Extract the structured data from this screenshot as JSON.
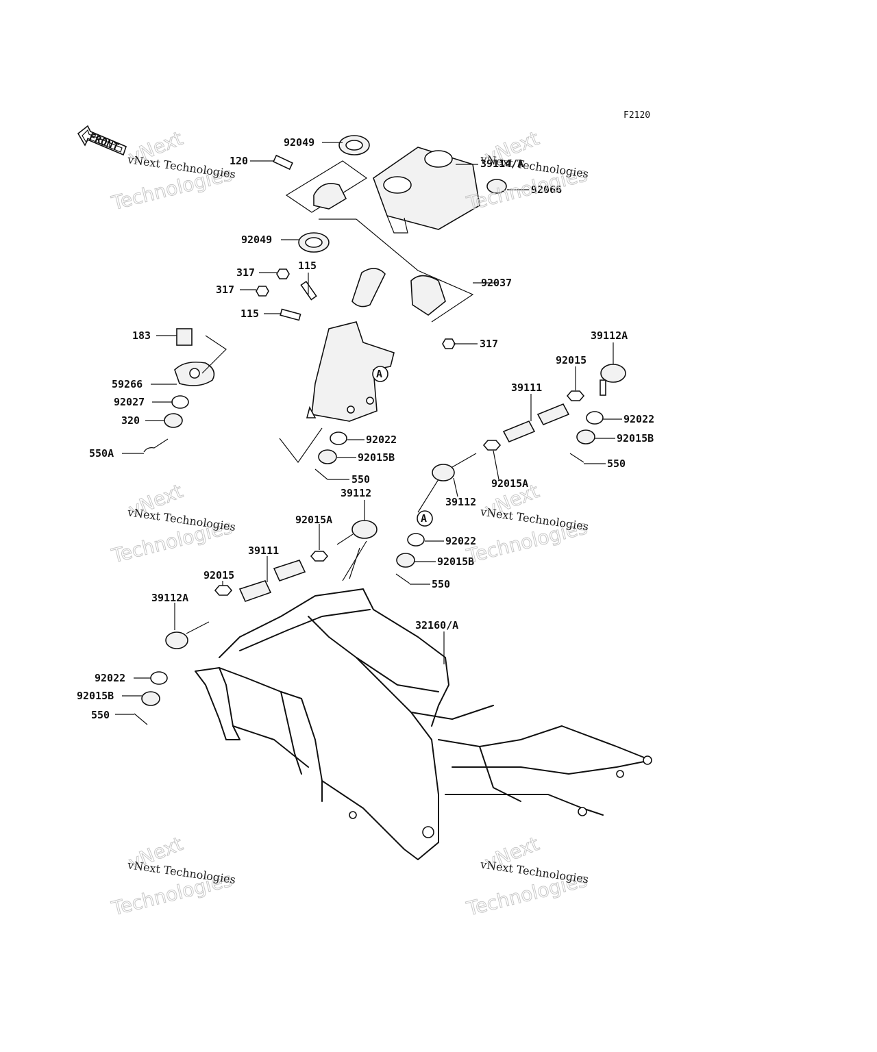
{
  "figure_code": "F2120",
  "front_label": "FRONT",
  "watermark": {
    "line1": "vNext Technologies",
    "line2": "vNext",
    "line3": "Technologies"
  },
  "parts": [
    {
      "id": "p_92049_top",
      "label": "92049"
    },
    {
      "id": "p_120",
      "label": "120"
    },
    {
      "id": "p_39114A",
      "label": "39114/A"
    },
    {
      "id": "p_92066",
      "label": "92066"
    },
    {
      "id": "p_92049_mid",
      "label": "92049"
    },
    {
      "id": "p_317_a",
      "label": "317"
    },
    {
      "id": "p_115_a",
      "label": "115"
    },
    {
      "id": "p_317_b",
      "label": "317"
    },
    {
      "id": "p_92037",
      "label": "92037"
    },
    {
      "id": "p_115_b",
      "label": "115"
    },
    {
      "id": "p_317_c",
      "label": "317"
    },
    {
      "id": "p_183",
      "label": "183"
    },
    {
      "id": "p_59266",
      "label": "59266"
    },
    {
      "id": "p_92027",
      "label": "92027"
    },
    {
      "id": "p_320",
      "label": "320"
    },
    {
      "id": "p_550A",
      "label": "550A"
    },
    {
      "id": "p_92022_a",
      "label": "92022"
    },
    {
      "id": "p_92015B_a",
      "label": "92015B"
    },
    {
      "id": "p_550_a",
      "label": "550"
    },
    {
      "id": "p_39112_a",
      "label": "39112"
    },
    {
      "id": "p_39112A_r",
      "label": "39112A"
    },
    {
      "id": "p_92015_r",
      "label": "92015"
    },
    {
      "id": "p_39111_r",
      "label": "39111"
    },
    {
      "id": "p_92022_r",
      "label": "92022"
    },
    {
      "id": "p_92015B_r",
      "label": "92015B"
    },
    {
      "id": "p_550_r",
      "label": "550"
    },
    {
      "id": "p_92015A_r",
      "label": "92015A"
    },
    {
      "id": "p_39112_r",
      "label": "39112"
    },
    {
      "id": "p_92015A_l",
      "label": "92015A"
    },
    {
      "id": "p_39111_l",
      "label": "39111"
    },
    {
      "id": "p_92022_c",
      "label": "92022"
    },
    {
      "id": "p_92015B_c",
      "label": "92015B"
    },
    {
      "id": "p_550_c",
      "label": "550"
    },
    {
      "id": "p_92015_l",
      "label": "92015"
    },
    {
      "id": "p_39112A_l",
      "label": "39112A"
    },
    {
      "id": "p_32160A",
      "label": "32160/A"
    },
    {
      "id": "p_92022_l",
      "label": "92022"
    },
    {
      "id": "p_92015B_l",
      "label": "92015B"
    },
    {
      "id": "p_550_l",
      "label": "550"
    }
  ],
  "callouts": [
    {
      "id": "callout_a1",
      "label": "A"
    },
    {
      "id": "callout_a2",
      "label": "A"
    }
  ]
}
